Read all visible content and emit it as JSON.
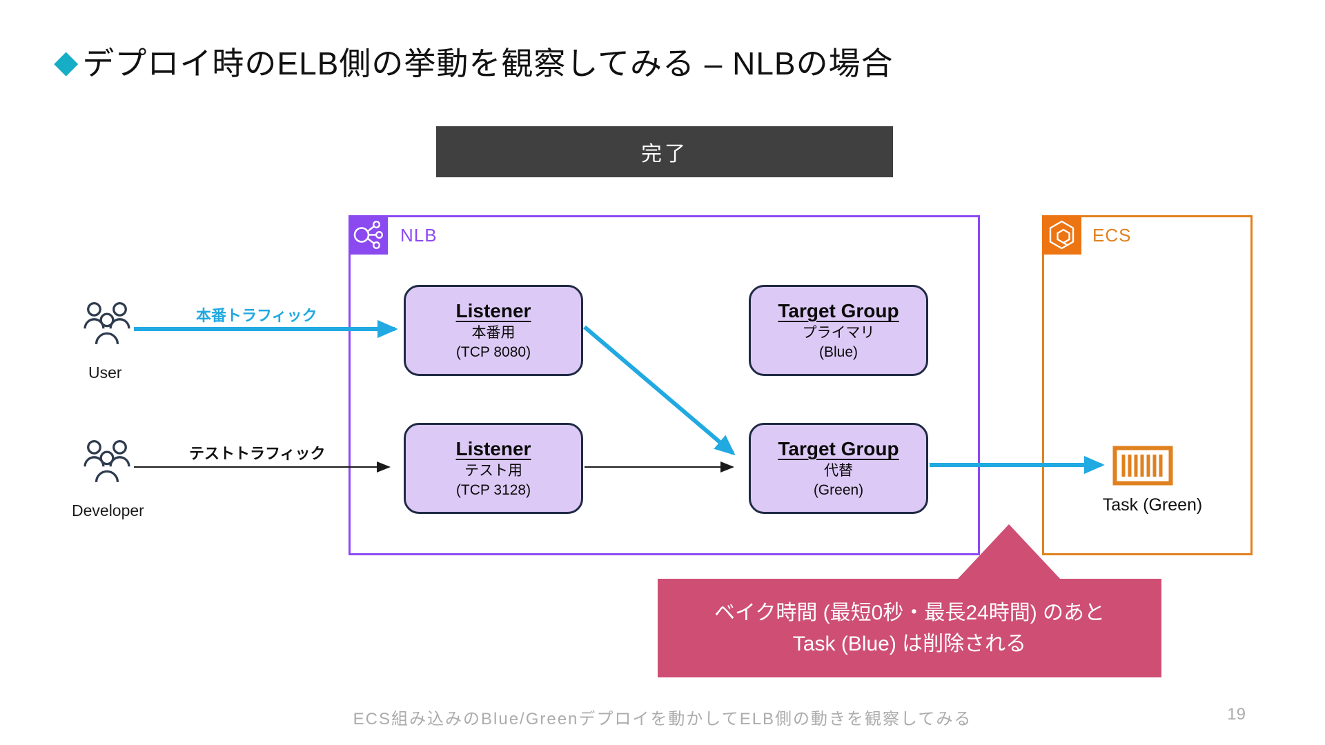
{
  "title": {
    "bullet": "◆",
    "text": "デプロイ時のELB側の挙動を観察してみる – NLBの場合"
  },
  "status_banner": {
    "label": "完了"
  },
  "actors": {
    "user": {
      "label": "User",
      "traffic_label": "本番トラフィック"
    },
    "developer": {
      "label": "Developer",
      "traffic_label": "テストトラフィック"
    }
  },
  "nlb": {
    "label": "NLB",
    "listener_prod": {
      "title": "Listener",
      "subtitle": "本番用",
      "port": "(TCP 8080)"
    },
    "listener_test": {
      "title": "Listener",
      "subtitle": "テスト用",
      "port": "(TCP 3128)"
    },
    "tg_primary": {
      "title": "Target Group",
      "subtitle": "プライマリ",
      "variant": "(Blue)"
    },
    "tg_alt": {
      "title": "Target Group",
      "subtitle": "代替",
      "variant": "(Green)"
    }
  },
  "ecs": {
    "label": "ECS",
    "task_label": "Task (Green)"
  },
  "callout": {
    "line1": "ベイク時間 (最短0秒・最長24時間) のあと",
    "line2": "Task (Blue) は削除される"
  },
  "footer": {
    "text": "ECS組み込みのBlue/Greenデプロイを動かしてELB側の動きを観察してみる",
    "page_number": "19"
  },
  "colors": {
    "diamond_teal": "#16AEC6",
    "arrow_cyan": "#21A9E1",
    "nlb_purple": "#8C4AF3",
    "ecs_orange": "#E0811F",
    "node_fill": "#DCC9F5",
    "node_border": "#1F2A44",
    "banner_bg": "#404040",
    "callout_pink": "#CE4E74"
  }
}
